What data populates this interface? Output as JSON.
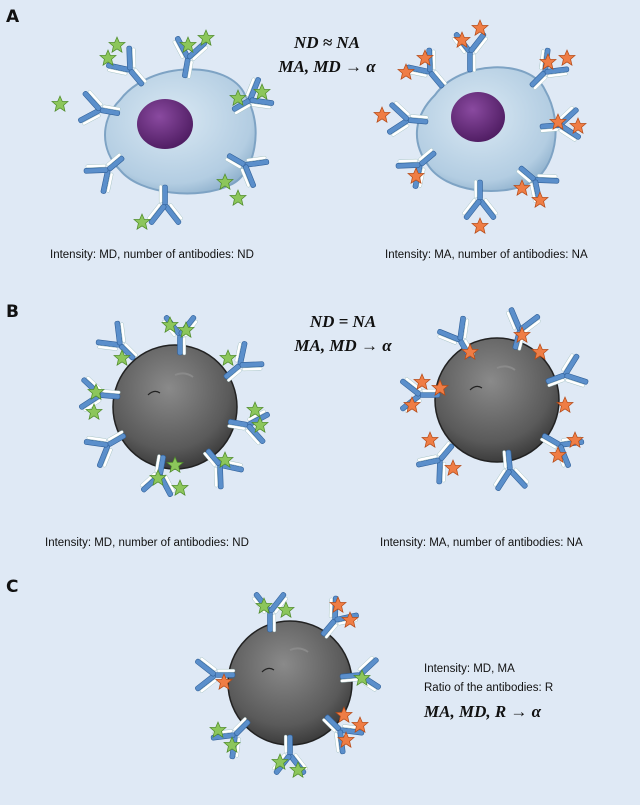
{
  "panels": {
    "A": {
      "letter": "A",
      "formula_line1": "ND ≈ NA",
      "formula_line2": "MA, MD → α",
      "caption_left": "Intensity: MD, number of antibodies: ND",
      "caption_right": "Intensity: MA, number of antibodies: NA"
    },
    "B": {
      "letter": "B",
      "formula_line1": "ND = NA",
      "formula_line2": "MA, MD → α",
      "caption_left": "Intensity: MD, number of antibodies: ND",
      "caption_right": "Intensity: MA, number of antibodies: NA"
    },
    "C": {
      "letter": "C",
      "caption_line1": "Intensity: MD, MA",
      "caption_line2": "Ratio of the antibodies: R",
      "formula": "MA, MD, R → α"
    }
  },
  "colors": {
    "background": "#dfe9f5",
    "cell_fill": "#b9d3e6",
    "nucleus": "#6b2d80",
    "bead": "#5f5f5f",
    "antibody_blue": "#5b8fcb",
    "antibody_light": "#ffffff",
    "donor_green": "#8cc65b",
    "acceptor_orange": "#ef7d45"
  }
}
